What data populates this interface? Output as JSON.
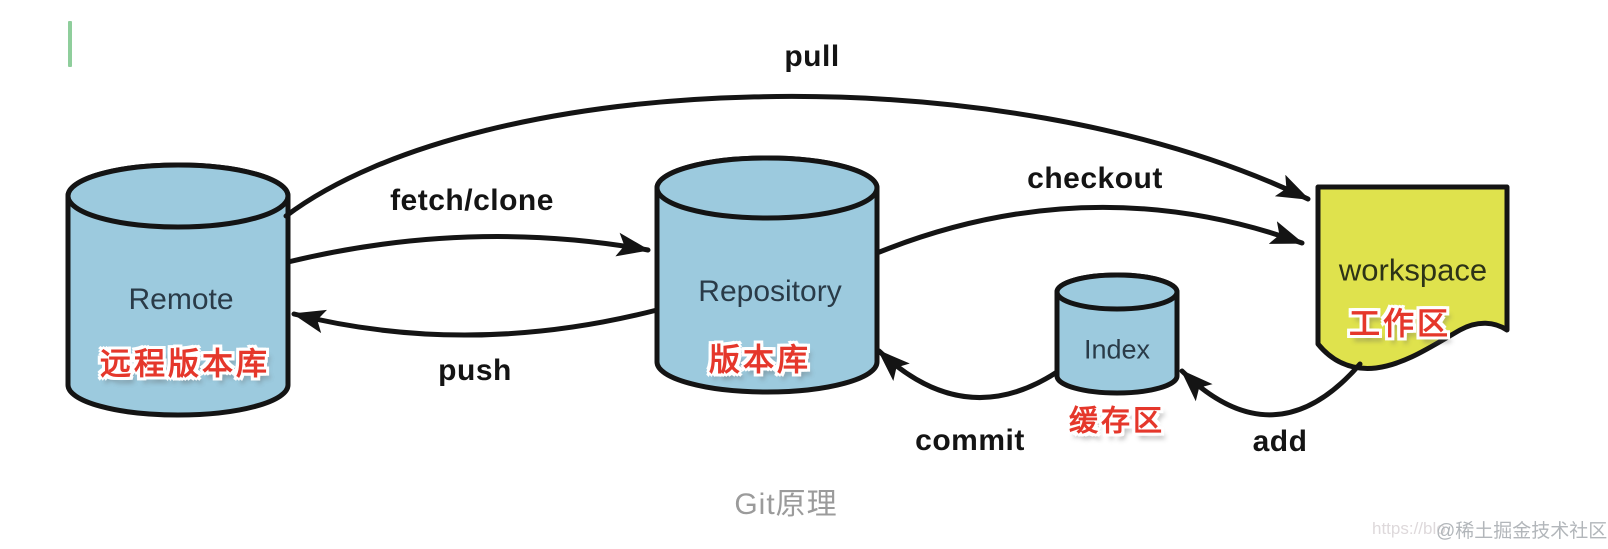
{
  "nodes": {
    "remote": {
      "label": "Remote",
      "label_zh": "远程版本库"
    },
    "repository": {
      "label": "Repository",
      "label_zh": "版本库"
    },
    "index": {
      "label": "Index",
      "label_zh": "缓存区"
    },
    "workspace": {
      "label": "workspace",
      "label_zh": "工作区"
    }
  },
  "arrows": {
    "pull": {
      "label": "pull"
    },
    "fetch_clone": {
      "label": "fetch/clone"
    },
    "checkout": {
      "label": "checkout"
    },
    "push": {
      "label": "push"
    },
    "commit": {
      "label": "commit"
    },
    "add": {
      "label": "add"
    }
  },
  "caption": "Git原理",
  "watermark": {
    "url_text": "https://blo",
    "handle": "@稀土掘金技术社区"
  },
  "colors": {
    "cylinder_fill": "#9ccade",
    "workspace_fill": "#dfe24d",
    "outline": "#141414",
    "node_label": "#2a3b48",
    "red_label": "#e5372b",
    "caption_gray": "#9b9b9b",
    "cursor_green": "#8fce9c"
  }
}
